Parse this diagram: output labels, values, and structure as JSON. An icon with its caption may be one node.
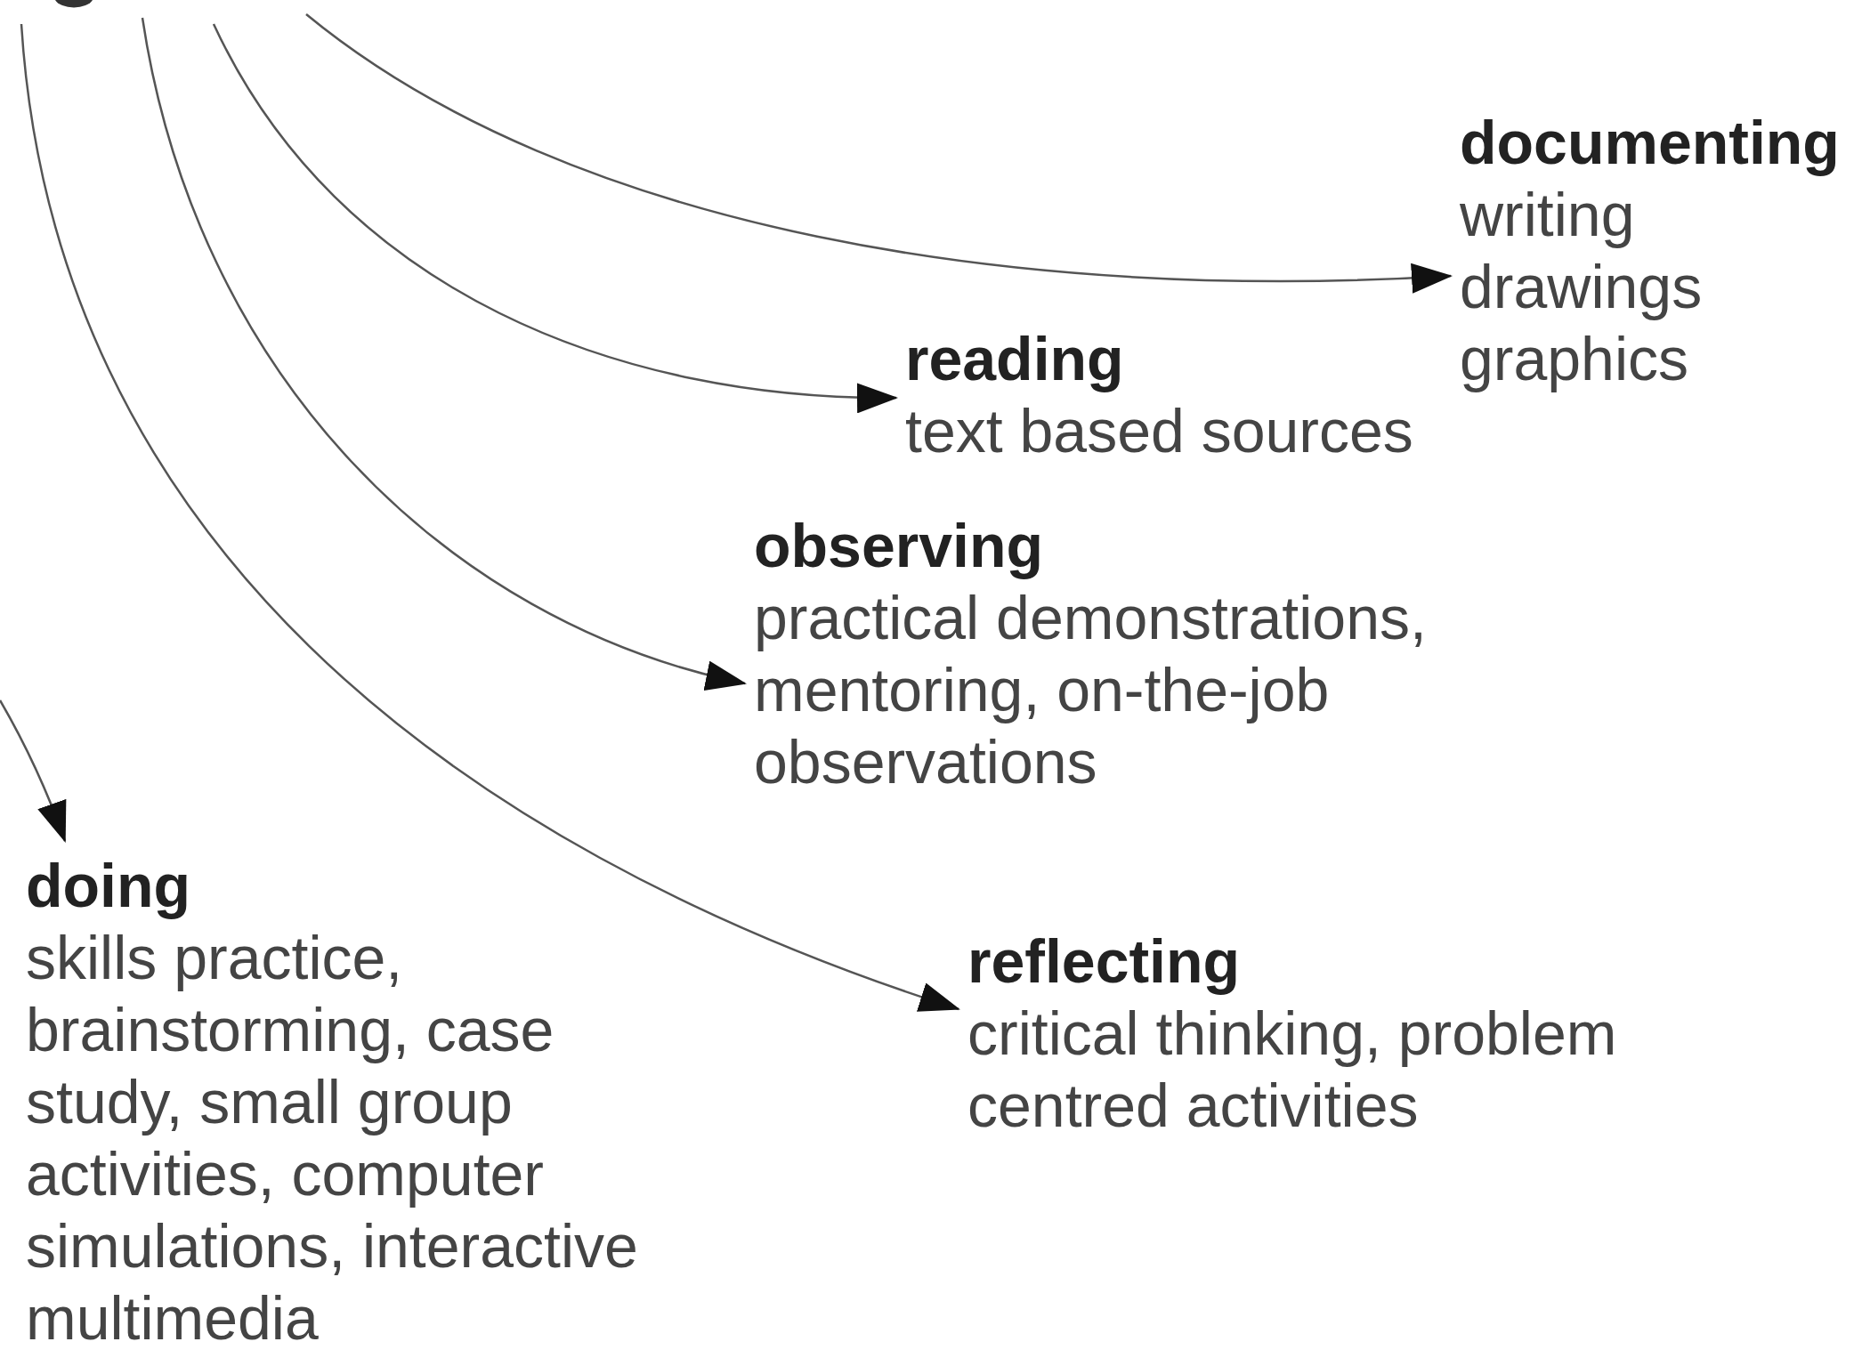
{
  "diagram": {
    "nodes": [
      {
        "text": [
          "documenting",
          "writing",
          "drawings",
          "graphics"
        ]
      },
      {
        "text": [
          "reading",
          "text based sources"
        ]
      },
      {
        "text": [
          "observing",
          "practical demonstrations, mentoring, on-the-job observations"
        ]
      },
      {
        "text": [
          "doing",
          "skills practice, brainstorming, case study, small group activities, computer simulations, interactive multimedia"
        ]
      },
      {
        "text": [
          "reflecting",
          "critical thinking, problem centred activities"
        ]
      }
    ],
    "edges": [
      {
        "from": null,
        "to": 0,
        "arrow": "to"
      },
      {
        "from": null,
        "to": 1,
        "arrow": "to"
      },
      {
        "from": null,
        "to": 2,
        "arrow": "to"
      },
      {
        "from": null,
        "to": 4,
        "arrow": "to"
      },
      {
        "from": null,
        "to": 3,
        "arrow": "to"
      }
    ]
  }
}
